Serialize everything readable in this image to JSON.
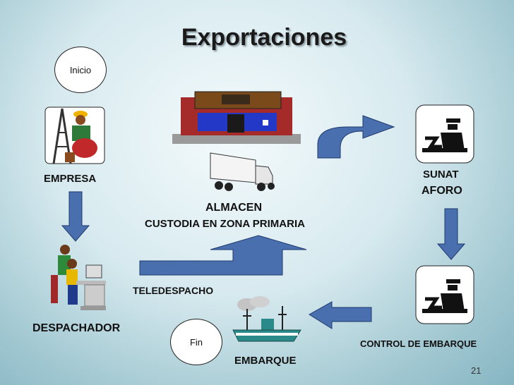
{
  "title": "Exportaciones",
  "nodes": {
    "inicio": "Inicio",
    "fin": "Fin",
    "empresa": "EMPRESA",
    "sunat": "SUNAT",
    "aforo": "AFORO",
    "almacen": "ALMACEN",
    "custodia": "CUSTODIA EN ZONA PRIMARIA",
    "despachador": "DESPACHADOR",
    "teledespacho": "TELEDESPACHO",
    "embarque": "EMBARQUE",
    "control_embarque": "CONTROL DE EMBARQUE"
  },
  "page_number": "21",
  "colors": {
    "arrow_fill": "#4a6fae",
    "arrow_stroke": "#1f3a6e",
    "background": "#c9e1e7"
  },
  "icons": [
    "worker-icon",
    "warehouse-icon",
    "truck-icon",
    "customs-officer-icon",
    "office-workers-icon",
    "ship-icon"
  ]
}
